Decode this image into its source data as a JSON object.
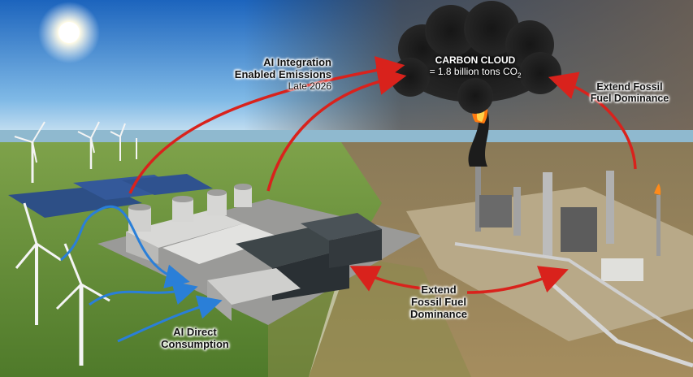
{
  "labels": {
    "ai_integration_line1": "AI Integration",
    "ai_integration_line2": "Enabled Emissions",
    "ai_integration_date": "Late 2026",
    "carbon_cloud_title": "CARBON CLOUD",
    "carbon_cloud_value": "= 1.8 billion tons CO",
    "carbon_cloud_sub": "2",
    "extend_fossil_right_line1": "Extend Fossil",
    "extend_fossil_right_line2": "Fuel Dominance",
    "extend_fossil_center_line1": "Extend",
    "extend_fossil_center_line2": "Fossil Fuel",
    "extend_fossil_center_line3": "Dominance",
    "ai_direct_line1": "AI Direct",
    "ai_direct_line2": "Consumption"
  },
  "colors": {
    "sky_top": "#1f6fc4",
    "sky_horizon": "#cfe6f5",
    "smoke": "#2b2b2b",
    "red_arrow": "#d9221c",
    "blue_arrow": "#2a7fd8",
    "grass": "#6b8f3a",
    "dry_land": "#a08a5c"
  }
}
